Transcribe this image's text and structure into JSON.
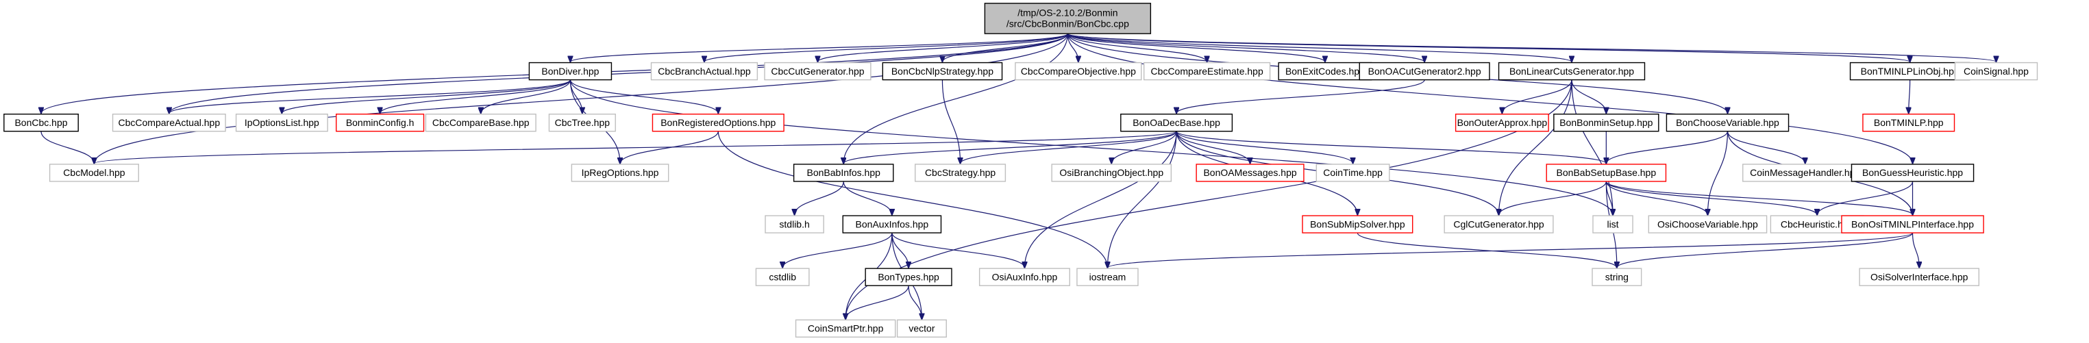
{
  "graph": {
    "root": {
      "id": "root",
      "lines": [
        "/tmp/OS-2.10.2/Bonmin",
        "/src/CbcBonmin/BonCbc.cpp"
      ]
    },
    "nodes": [
      {
        "id": "BonCbc",
        "label": "BonCbc.hpp",
        "style": "black"
      },
      {
        "id": "CbcModel",
        "label": "CbcModel.hpp",
        "style": "grey"
      },
      {
        "id": "BonDiver",
        "label": "BonDiver.hpp",
        "style": "black"
      },
      {
        "id": "CbcCompareActual",
        "label": "CbcCompareActual.hpp",
        "style": "grey"
      },
      {
        "id": "IpOptionsList",
        "label": "IpOptionsList.hpp",
        "style": "grey"
      },
      {
        "id": "BonminConfig",
        "label": "BonminConfig.h",
        "style": "red"
      },
      {
        "id": "CbcCompareBase",
        "label": "CbcCompareBase.hpp",
        "style": "grey"
      },
      {
        "id": "CbcTree",
        "label": "CbcTree.hpp",
        "style": "grey"
      },
      {
        "id": "BonRegisteredOptions",
        "label": "BonRegisteredOptions.hpp",
        "style": "red"
      },
      {
        "id": "IpRegOptions",
        "label": "IpRegOptions.hpp",
        "style": "grey"
      },
      {
        "id": "CbcBranchActual",
        "label": "CbcBranchActual.hpp",
        "style": "grey"
      },
      {
        "id": "CbcCutGenerator",
        "label": "CbcCutGenerator.hpp",
        "style": "grey"
      },
      {
        "id": "BonCbcNlpStrategy",
        "label": "BonCbcNlpStrategy.hpp",
        "style": "black"
      },
      {
        "id": "CbcStrategy",
        "label": "CbcStrategy.hpp",
        "style": "grey"
      },
      {
        "id": "CbcCompareObjective",
        "label": "CbcCompareObjective.hpp",
        "style": "grey"
      },
      {
        "id": "CbcCompareEstimate",
        "label": "CbcCompareEstimate.hpp",
        "style": "grey"
      },
      {
        "id": "BonExitCodes",
        "label": "BonExitCodes.hpp",
        "style": "black"
      },
      {
        "id": "BonOACutGenerator2",
        "label": "BonOACutGenerator2.hpp",
        "style": "black"
      },
      {
        "id": "BonLinearCutsGenerator",
        "label": "BonLinearCutsGenerator.hpp",
        "style": "black"
      },
      {
        "id": "BonOaDecBase",
        "label": "BonOaDecBase.hpp",
        "style": "black"
      },
      {
        "id": "BonBabInfos",
        "label": "BonBabInfos.hpp",
        "style": "black"
      },
      {
        "id": "stdlib",
        "label": "stdlib.h",
        "style": "grey"
      },
      {
        "id": "BonAuxInfos",
        "label": "BonAuxInfos.hpp",
        "style": "black"
      },
      {
        "id": "cstdlib",
        "label": "cstdlib",
        "style": "grey"
      },
      {
        "id": "BonTypes",
        "label": "BonTypes.hpp",
        "style": "black"
      },
      {
        "id": "CoinSmartPtr",
        "label": "CoinSmartPtr.hpp",
        "style": "grey"
      },
      {
        "id": "vector",
        "label": "vector",
        "style": "grey"
      },
      {
        "id": "OsiAuxInfo",
        "label": "OsiAuxInfo.hpp",
        "style": "grey"
      },
      {
        "id": "iostream",
        "label": "iostream",
        "style": "grey"
      },
      {
        "id": "OsiBranchingObject",
        "label": "OsiBranchingObject.hpp",
        "style": "grey"
      },
      {
        "id": "BonOAMessages",
        "label": "BonOAMessages.hpp",
        "style": "red"
      },
      {
        "id": "CoinTime",
        "label": "CoinTime.hpp",
        "style": "grey"
      },
      {
        "id": "BonSubMipSolver",
        "label": "BonSubMipSolver.hpp",
        "style": "red"
      },
      {
        "id": "CglCutGenerator",
        "label": "CglCutGenerator.hpp",
        "style": "grey"
      },
      {
        "id": "BonOuterApprox",
        "label": "BonOuterApprox.hpp",
        "style": "red"
      },
      {
        "id": "BonBonminSetup",
        "label": "BonBonminSetup.hpp",
        "style": "black"
      },
      {
        "id": "BonBabSetupBase",
        "label": "BonBabSetupBase.hpp",
        "style": "red"
      },
      {
        "id": "list",
        "label": "list",
        "style": "grey"
      },
      {
        "id": "string",
        "label": "string",
        "style": "grey"
      },
      {
        "id": "OsiChooseVariable",
        "label": "OsiChooseVariable.hpp",
        "style": "grey"
      },
      {
        "id": "BonChooseVariable",
        "label": "BonChooseVariable.hpp",
        "style": "black"
      },
      {
        "id": "CoinMessageHandler",
        "label": "CoinMessageHandler.hpp",
        "style": "grey"
      },
      {
        "id": "CbcHeuristic",
        "label": "CbcHeuristic.hpp",
        "style": "grey"
      },
      {
        "id": "BonOsiTMINLPInterface",
        "label": "BonOsiTMINLPInterface.hpp",
        "style": "red"
      },
      {
        "id": "OsiSolverInterface",
        "label": "OsiSolverInterface.hpp",
        "style": "grey"
      },
      {
        "id": "BonGuessHeuristic",
        "label": "BonGuessHeuristic.hpp",
        "style": "black"
      },
      {
        "id": "BonTMINLPLinObj",
        "label": "BonTMINLPLinObj.hpp",
        "style": "black"
      },
      {
        "id": "BonTMINLP",
        "label": "BonTMINLP.hpp",
        "style": "red"
      },
      {
        "id": "CoinSignal",
        "label": "CoinSignal.hpp",
        "style": "grey"
      }
    ],
    "edges": [
      [
        "root",
        "BonCbc"
      ],
      [
        "root",
        "CbcModel"
      ],
      [
        "root",
        "BonDiver"
      ],
      [
        "root",
        "CbcCompareActual"
      ],
      [
        "root",
        "CbcBranchActual"
      ],
      [
        "root",
        "CbcCutGenerator"
      ],
      [
        "root",
        "BonCbcNlpStrategy"
      ],
      [
        "root",
        "CbcCompareObjective"
      ],
      [
        "root",
        "CbcCompareEstimate"
      ],
      [
        "root",
        "BonExitCodes"
      ],
      [
        "root",
        "BonOACutGenerator2"
      ],
      [
        "root",
        "BonLinearCutsGenerator"
      ],
      [
        "root",
        "BonChooseVariable"
      ],
      [
        "root",
        "BonGuessHeuristic"
      ],
      [
        "root",
        "BonTMINLPLinObj"
      ],
      [
        "root",
        "CoinSignal"
      ],
      [
        "root",
        "BonBabInfos"
      ],
      [
        "BonCbc",
        "CbcModel"
      ],
      [
        "BonDiver",
        "CbcCompareActual"
      ],
      [
        "BonDiver",
        "IpOptionsList"
      ],
      [
        "BonDiver",
        "BonminConfig"
      ],
      [
        "BonDiver",
        "CbcCompareBase"
      ],
      [
        "BonDiver",
        "CbcTree"
      ],
      [
        "BonDiver",
        "BonRegisteredOptions"
      ],
      [
        "BonDiver",
        "IpRegOptions"
      ],
      [
        "BonDiver",
        "list"
      ],
      [
        "BonRegisteredOptions",
        "IpRegOptions"
      ],
      [
        "BonRegisteredOptions",
        "iostream"
      ],
      [
        "BonCbcNlpStrategy",
        "CbcStrategy"
      ],
      [
        "BonOACutGenerator2",
        "BonOaDecBase"
      ],
      [
        "BonOaDecBase",
        "CbcModel"
      ],
      [
        "BonOaDecBase",
        "BonBabInfos"
      ],
      [
        "BonOaDecBase",
        "CbcStrategy"
      ],
      [
        "BonOaDecBase",
        "OsiBranchingObject"
      ],
      [
        "BonOaDecBase",
        "BonOAMessages"
      ],
      [
        "BonOaDecBase",
        "CoinTime"
      ],
      [
        "BonOaDecBase",
        "BonSubMipSolver"
      ],
      [
        "BonOaDecBase",
        "CglCutGenerator"
      ],
      [
        "BonOaDecBase",
        "BonBabSetupBase"
      ],
      [
        "BonOaDecBase",
        "OsiAuxInfo"
      ],
      [
        "BonOaDecBase",
        "iostream"
      ],
      [
        "BonBabInfos",
        "stdlib"
      ],
      [
        "BonBabInfos",
        "BonAuxInfos"
      ],
      [
        "BonAuxInfos",
        "cstdlib"
      ],
      [
        "BonAuxInfos",
        "BonTypes"
      ],
      [
        "BonAuxInfos",
        "CoinSmartPtr"
      ],
      [
        "BonAuxInfos",
        "OsiAuxInfo"
      ],
      [
        "BonAuxInfos",
        "vector"
      ],
      [
        "BonTypes",
        "CoinSmartPtr"
      ],
      [
        "BonTypes",
        "vector"
      ],
      [
        "BonSubMipSolver",
        "string"
      ],
      [
        "BonLinearCutsGenerator",
        "CoinSmartPtr"
      ],
      [
        "BonLinearCutsGenerator",
        "BonOuterApprox"
      ],
      [
        "BonLinearCutsGenerator",
        "BonBonminSetup"
      ],
      [
        "BonLinearCutsGenerator",
        "CglCutGenerator"
      ],
      [
        "BonLinearCutsGenerator",
        "list"
      ],
      [
        "BonBonminSetup",
        "BonBabSetupBase"
      ],
      [
        "BonBabSetupBase",
        "CglCutGenerator"
      ],
      [
        "BonBabSetupBase",
        "list"
      ],
      [
        "BonBabSetupBase",
        "string"
      ],
      [
        "BonBabSetupBase",
        "OsiChooseVariable"
      ],
      [
        "BonBabSetupBase",
        "CbcHeuristic"
      ],
      [
        "BonBabSetupBase",
        "BonOsiTMINLPInterface"
      ],
      [
        "BonChooseVariable",
        "BonBabSetupBase"
      ],
      [
        "BonChooseVariable",
        "CoinMessageHandler"
      ],
      [
        "BonChooseVariable",
        "OsiChooseVariable"
      ],
      [
        "BonChooseVariable",
        "BonOsiTMINLPInterface"
      ],
      [
        "BonOsiTMINLPInterface",
        "iostream"
      ],
      [
        "BonOsiTMINLPInterface",
        "string"
      ],
      [
        "BonOsiTMINLPInterface",
        "OsiSolverInterface"
      ],
      [
        "BonGuessHeuristic",
        "CbcHeuristic"
      ],
      [
        "BonGuessHeuristic",
        "BonOsiTMINLPInterface"
      ],
      [
        "BonTMINLPLinObj",
        "BonTMINLP"
      ]
    ]
  }
}
